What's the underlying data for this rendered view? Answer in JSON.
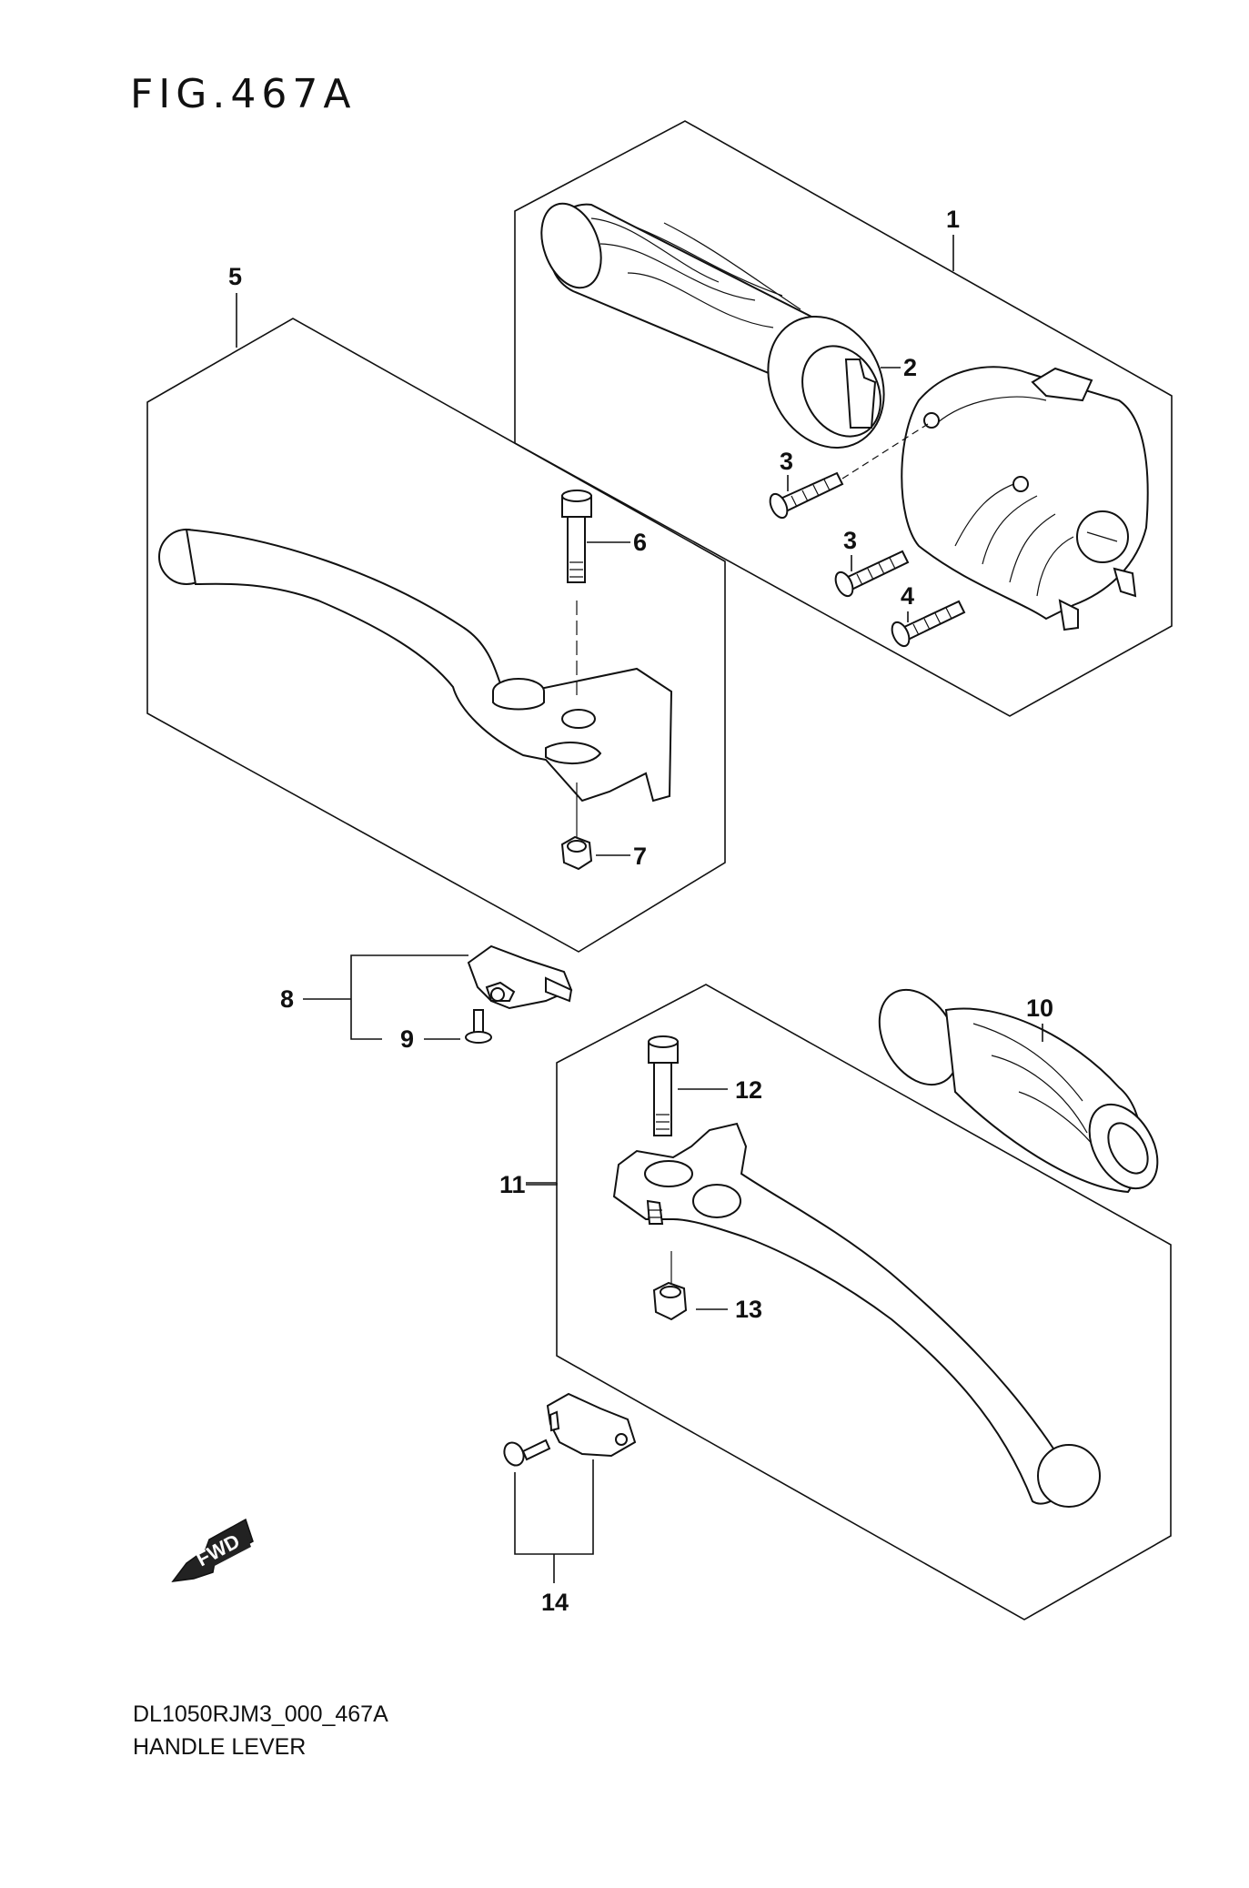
{
  "figure": {
    "title": "FIG.467A",
    "code": "DL1050RJM3_000_467A",
    "name": "HANDLE LEVER",
    "fwd_label": "FWD"
  },
  "callouts": {
    "c1": "1",
    "c2": "2",
    "c3a": "3",
    "c3b": "3",
    "c4": "4",
    "c5": "5",
    "c6": "6",
    "c7": "7",
    "c8": "8",
    "c9": "9",
    "c10": "10",
    "c11": "11",
    "c12": "12",
    "c13": "13",
    "c14": "14"
  }
}
